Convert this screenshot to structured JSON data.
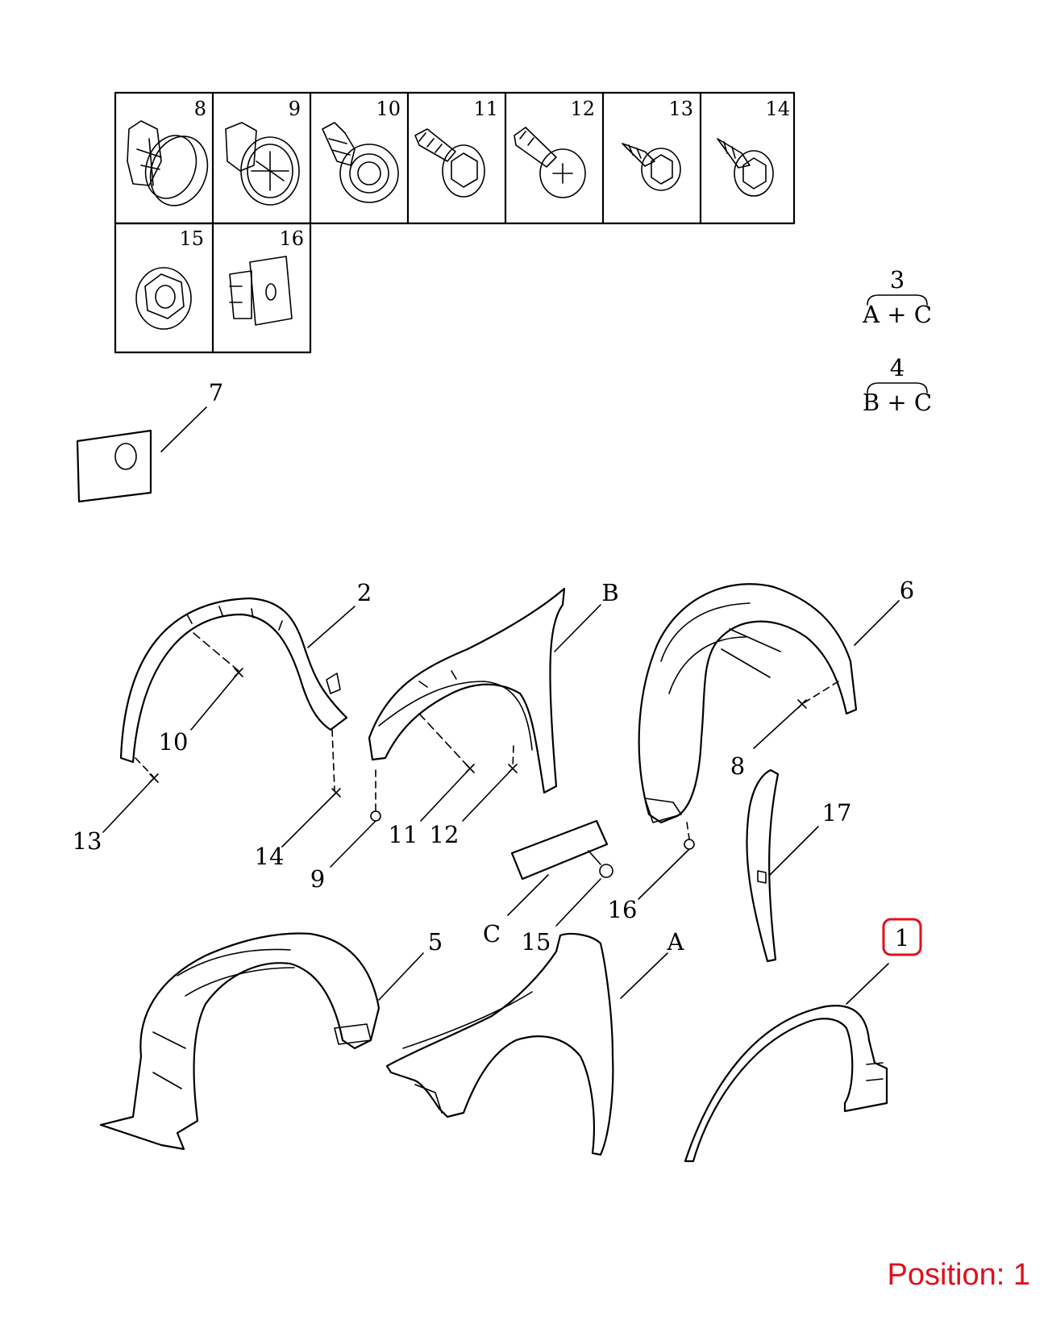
{
  "legend": {
    "cells": [
      "8",
      "9",
      "10",
      "11",
      "12",
      "13",
      "14",
      "15",
      "16"
    ]
  },
  "kits": [
    {
      "number": "3",
      "content": "A + C"
    },
    {
      "number": "4",
      "content": "B + C"
    }
  ],
  "callouts": {
    "p1": "1",
    "p2": "2",
    "p5": "5",
    "p6": "6",
    "p7": "7",
    "p8": "8",
    "p9": "9",
    "p10": "10",
    "p11": "11",
    "p12": "12",
    "p13": "13",
    "p14": "14",
    "p15": "15",
    "p16": "16",
    "p17": "17",
    "pA": "A",
    "pB": "B",
    "pC": "C"
  },
  "highlight": {
    "part": "1",
    "color": "#e0101b"
  },
  "position_label": "Position: 1"
}
